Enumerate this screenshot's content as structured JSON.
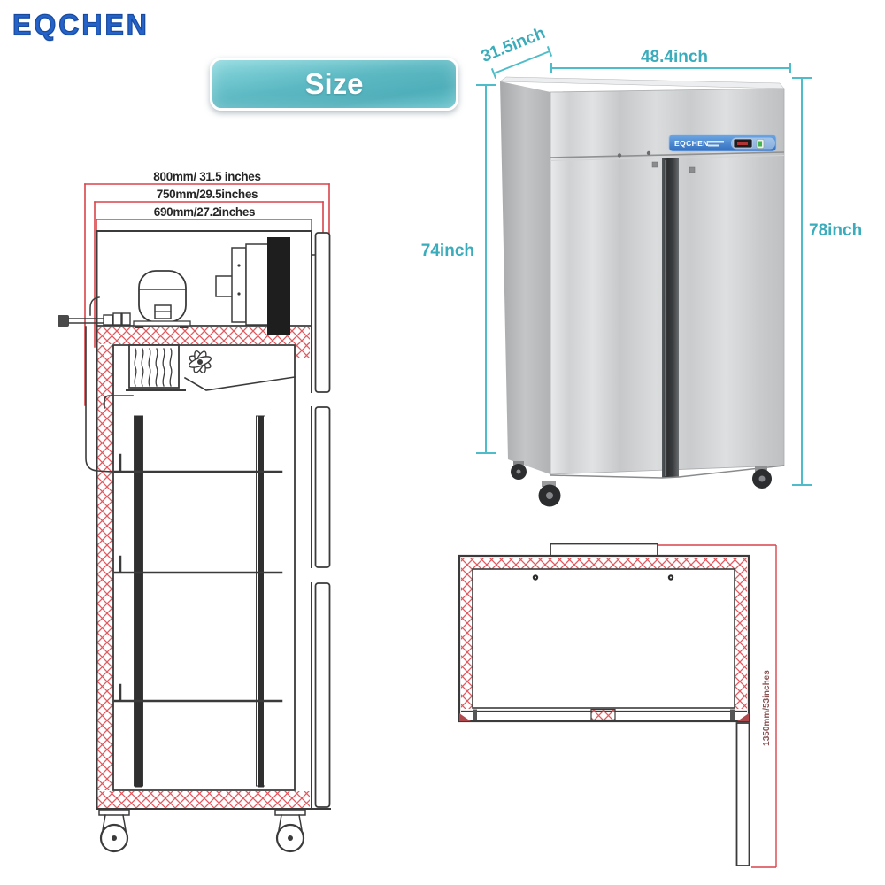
{
  "brand": {
    "logo_text": "EQCHEN"
  },
  "badge": {
    "label": "Size"
  },
  "side_view": {
    "dim_outer": "800mm/ 31.5 inches",
    "dim_middle": "750mm/29.5inches",
    "dim_inner": "690mm/27.2inches"
  },
  "photo": {
    "depth_label": "31.5inch",
    "width_label": "48.4inch",
    "height_front_label": "74inch",
    "height_total_label": "78inch",
    "panel_brand": "EQCHEN"
  },
  "top_view": {
    "depth_label": "1350mm/53inches"
  },
  "colors": {
    "accent_teal": "#4fbdc9",
    "dimension_red": "#d9444a",
    "drawing_dark": "#3b3b3b",
    "logo_blue": "#2563c9",
    "badge_teal": "#5cb9c3"
  }
}
